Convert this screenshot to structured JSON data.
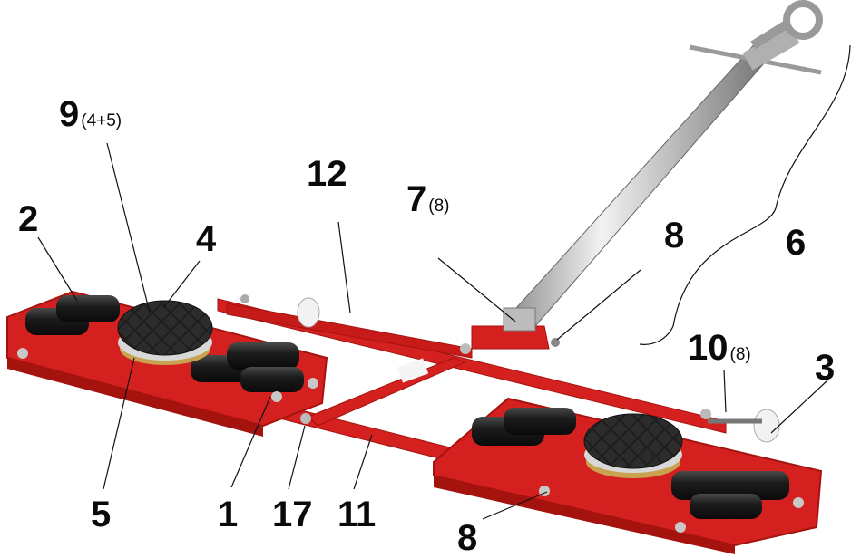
{
  "labels": {
    "l9": {
      "num": "9",
      "sub": "(4+5)"
    },
    "l12": {
      "num": "12"
    },
    "l7": {
      "num": "7",
      "sub": "(8)"
    },
    "l2": {
      "num": "2"
    },
    "l4": {
      "num": "4"
    },
    "l8a": {
      "num": "8"
    },
    "l6": {
      "num": "6"
    },
    "l10": {
      "num": "10",
      "sub": "(8)"
    },
    "l3": {
      "num": "3"
    },
    "l5": {
      "num": "5"
    },
    "l1": {
      "num": "1"
    },
    "l17": {
      "num": "17"
    },
    "l11": {
      "num": "11"
    },
    "l8b": {
      "num": "8"
    }
  },
  "colors": {
    "frame_red": "#d4201f",
    "frame_dark": "#a5130f",
    "roller_black": "#1c1c1c",
    "handle_steel": "#c8c8c8",
    "label_text": "#0a0a0a"
  }
}
